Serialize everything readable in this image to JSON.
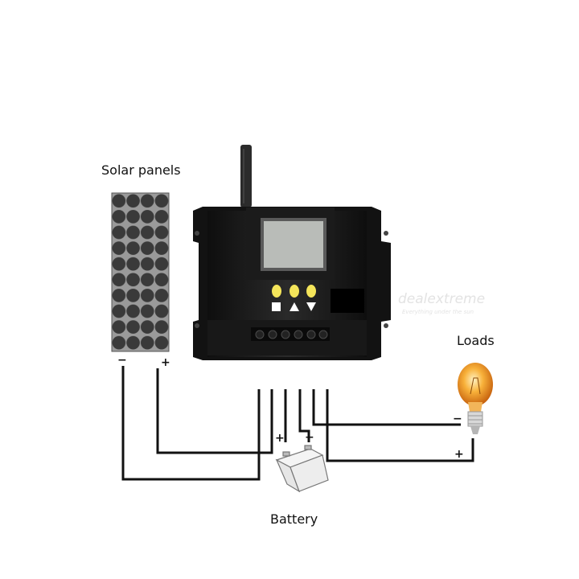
{
  "labels": {
    "solar": "Solar panels",
    "loads": "Loads",
    "battery": "Battery"
  },
  "signs": {
    "solar_neg": "−",
    "solar_pos": "+",
    "batt_pos": "+",
    "batt_neg": "−",
    "load_neg": "−",
    "load_pos": "+"
  },
  "watermark": {
    "brand": "dealextreme",
    "sub": "Everything under the sun"
  },
  "colors": {
    "controller_body": "#1a1a1a",
    "lcd": "#b9bcb8",
    "button_yellow": "#f4e55a",
    "panel_cell": "#3b3b3b",
    "bulb": "#f5a623"
  }
}
